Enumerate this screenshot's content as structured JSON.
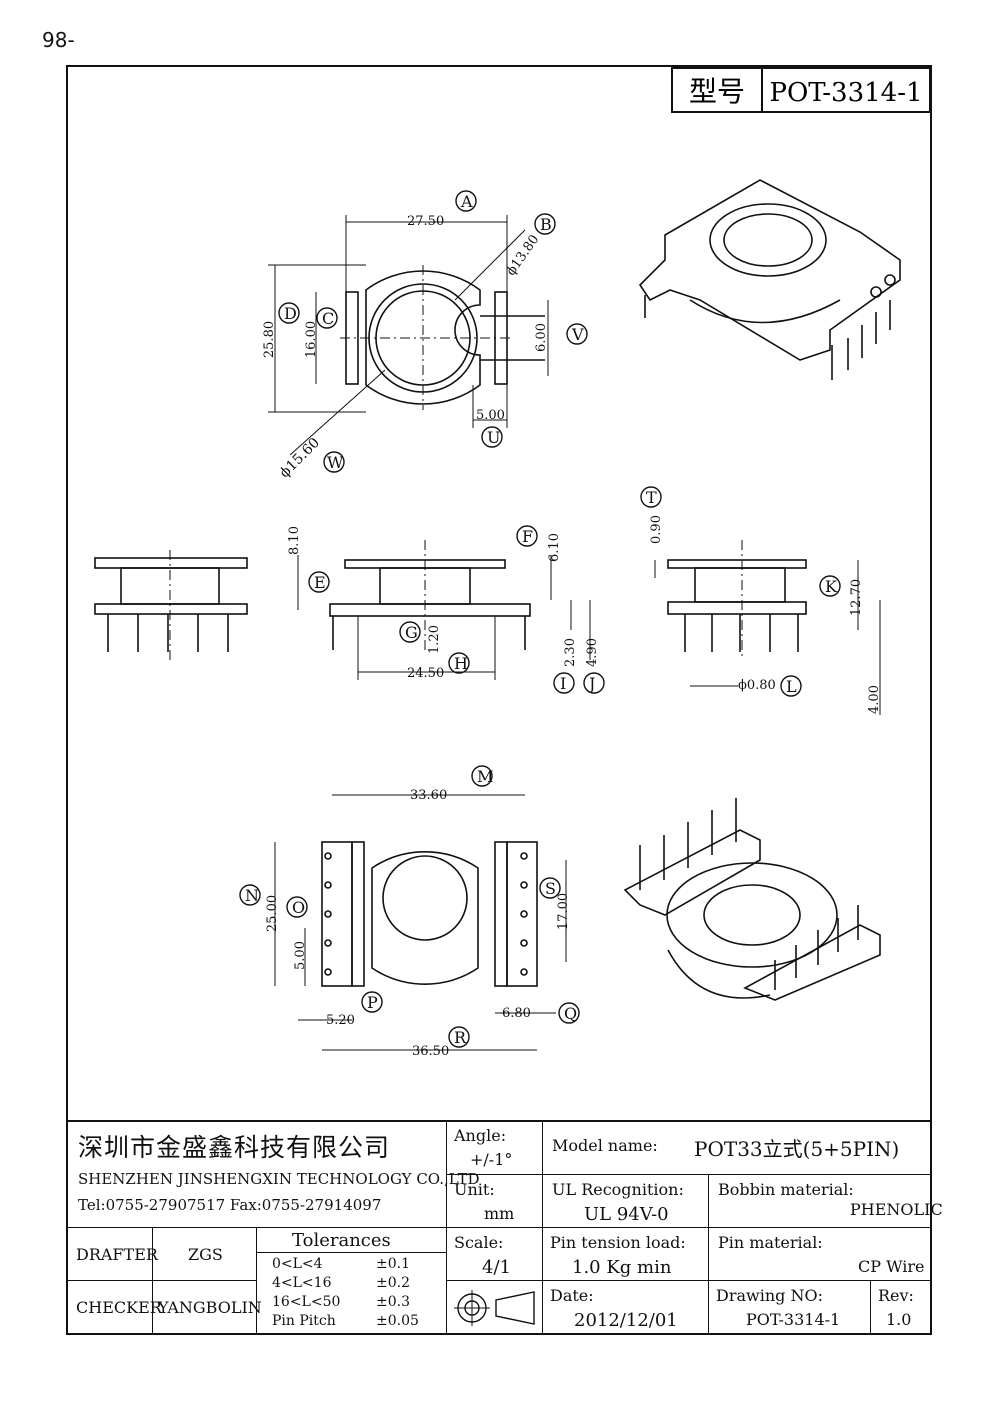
{
  "corner_mark": "98-",
  "header": {
    "model_label": "型号",
    "model_no": "POT-3314-1"
  },
  "top_view": {
    "labels": [
      "A",
      "B",
      "C",
      "D",
      "V",
      "U",
      "W"
    ],
    "dims": {
      "width": "27.50",
      "inner_dia": "ϕ13.80",
      "outer_dia": "ϕ15.60",
      "height": "25.80",
      "flange": "16.00",
      "slot": "6.00",
      "tab": "5.00"
    }
  },
  "side_views": {
    "labels": [
      "E",
      "F",
      "G",
      "H",
      "I",
      "J",
      "T",
      "K",
      "L"
    ],
    "dims": {
      "total_h": "8.10",
      "top_flange": "6.10",
      "gap": "1.20",
      "base": "24.50",
      "pin_a": "2.30",
      "pin_b": "4.90",
      "thin": "0.90",
      "right_h": "12.70",
      "pin_len": "4.00",
      "pin_dia": "ϕ0.80"
    }
  },
  "bottom_view": {
    "labels": [
      "M",
      "N",
      "O",
      "S",
      "P",
      "Q",
      "R"
    ],
    "dims": {
      "width": "33.60",
      "height": "25.00",
      "pitch": "5.00",
      "slot": "17.00",
      "left": "5.20",
      "right": "6.80",
      "overall": "36.50"
    }
  },
  "title_block": {
    "company_cn": "深圳市金盛鑫科技有限公司",
    "company_en": "SHENZHEN JINSHENGXIN TECHNOLOGY CO.,LTD",
    "contact": "Tel:0755-27907517   Fax:0755-27914097",
    "angle_label": "Angle:",
    "angle_value": "+/-1°",
    "model_label": "Model name:",
    "model_value": "POT33立式(5+5PIN)",
    "unit_label": "Unit:",
    "unit_value": "mm",
    "ul_label": "UL Recognition:",
    "ul_value": "UL 94V-0",
    "bobbin_label": "Bobbin material:",
    "bobbin_value": "PHENOLIC",
    "drafter_label": "DRAFTER",
    "drafter_value": "ZGS",
    "tolerances_label": "Tolerances",
    "tolerances": [
      {
        "range": "0<L<4",
        "value": "±0.1"
      },
      {
        "range": "4<L<16",
        "value": "±0.2"
      },
      {
        "range": "16<L<50",
        "value": "±0.3"
      },
      {
        "range": "Pin Pitch",
        "value": "±0.05"
      }
    ],
    "scale_label": "Scale:",
    "scale_value": "4/1",
    "pin_tension_label": "Pin tension load:",
    "pin_tension_value": "1.0 Kg min",
    "pin_material_label": "Pin material:",
    "pin_material_value": "CP Wire",
    "checker_label": "CHECKER",
    "checker_value": "YANGBOLIN",
    "date_label": "Date:",
    "date_value": "2012/12/01",
    "drawing_no_label": "Drawing NO:",
    "drawing_no_value": "POT-3314-1",
    "rev_label": "Rev:",
    "rev_value": "1.0"
  }
}
